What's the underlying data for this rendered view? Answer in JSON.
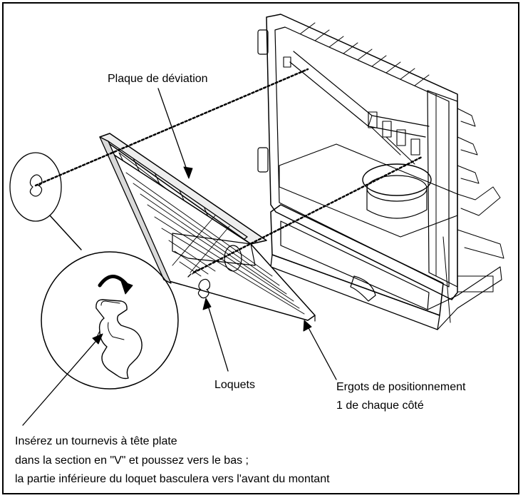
{
  "labels": {
    "plaque": "Plaque de déviation",
    "loquets": "Loquets",
    "ergots_line1": "Ergots de positionnement",
    "ergots_line2": "1 de chaque côté",
    "instruction_line1": "Insérez un tournevis à tête plate",
    "instruction_line2": "dans la section en \"V\" et poussez vers le bas ;",
    "instruction_line3": "la partie inférieure du loquet basculera vers l'avant du montant"
  },
  "colors": {
    "line": "#000000",
    "background": "#ffffff",
    "shade": "#d9d9d9",
    "light_shade": "#eeeeee"
  },
  "icons": {
    "rotate_arrow": "clockwise-arrow-icon"
  }
}
